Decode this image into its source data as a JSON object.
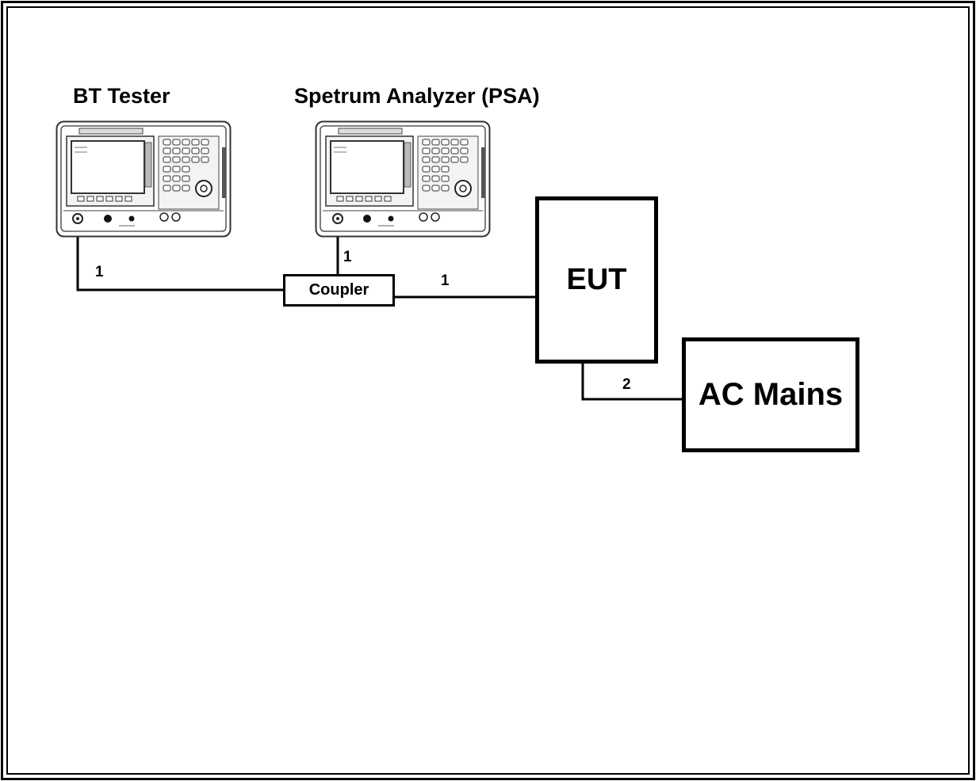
{
  "instruments": {
    "bt_tester": "BT Tester",
    "spectrum_analyzer": "Spetrum Analyzer (PSA)"
  },
  "blocks": {
    "coupler": "Coupler",
    "eut": "EUT",
    "ac_mains": "AC Mains"
  },
  "cables": {
    "bt_to_coupler": "1",
    "psa_to_coupler": "1",
    "coupler_to_eut": "1",
    "eut_to_mains": "2"
  }
}
